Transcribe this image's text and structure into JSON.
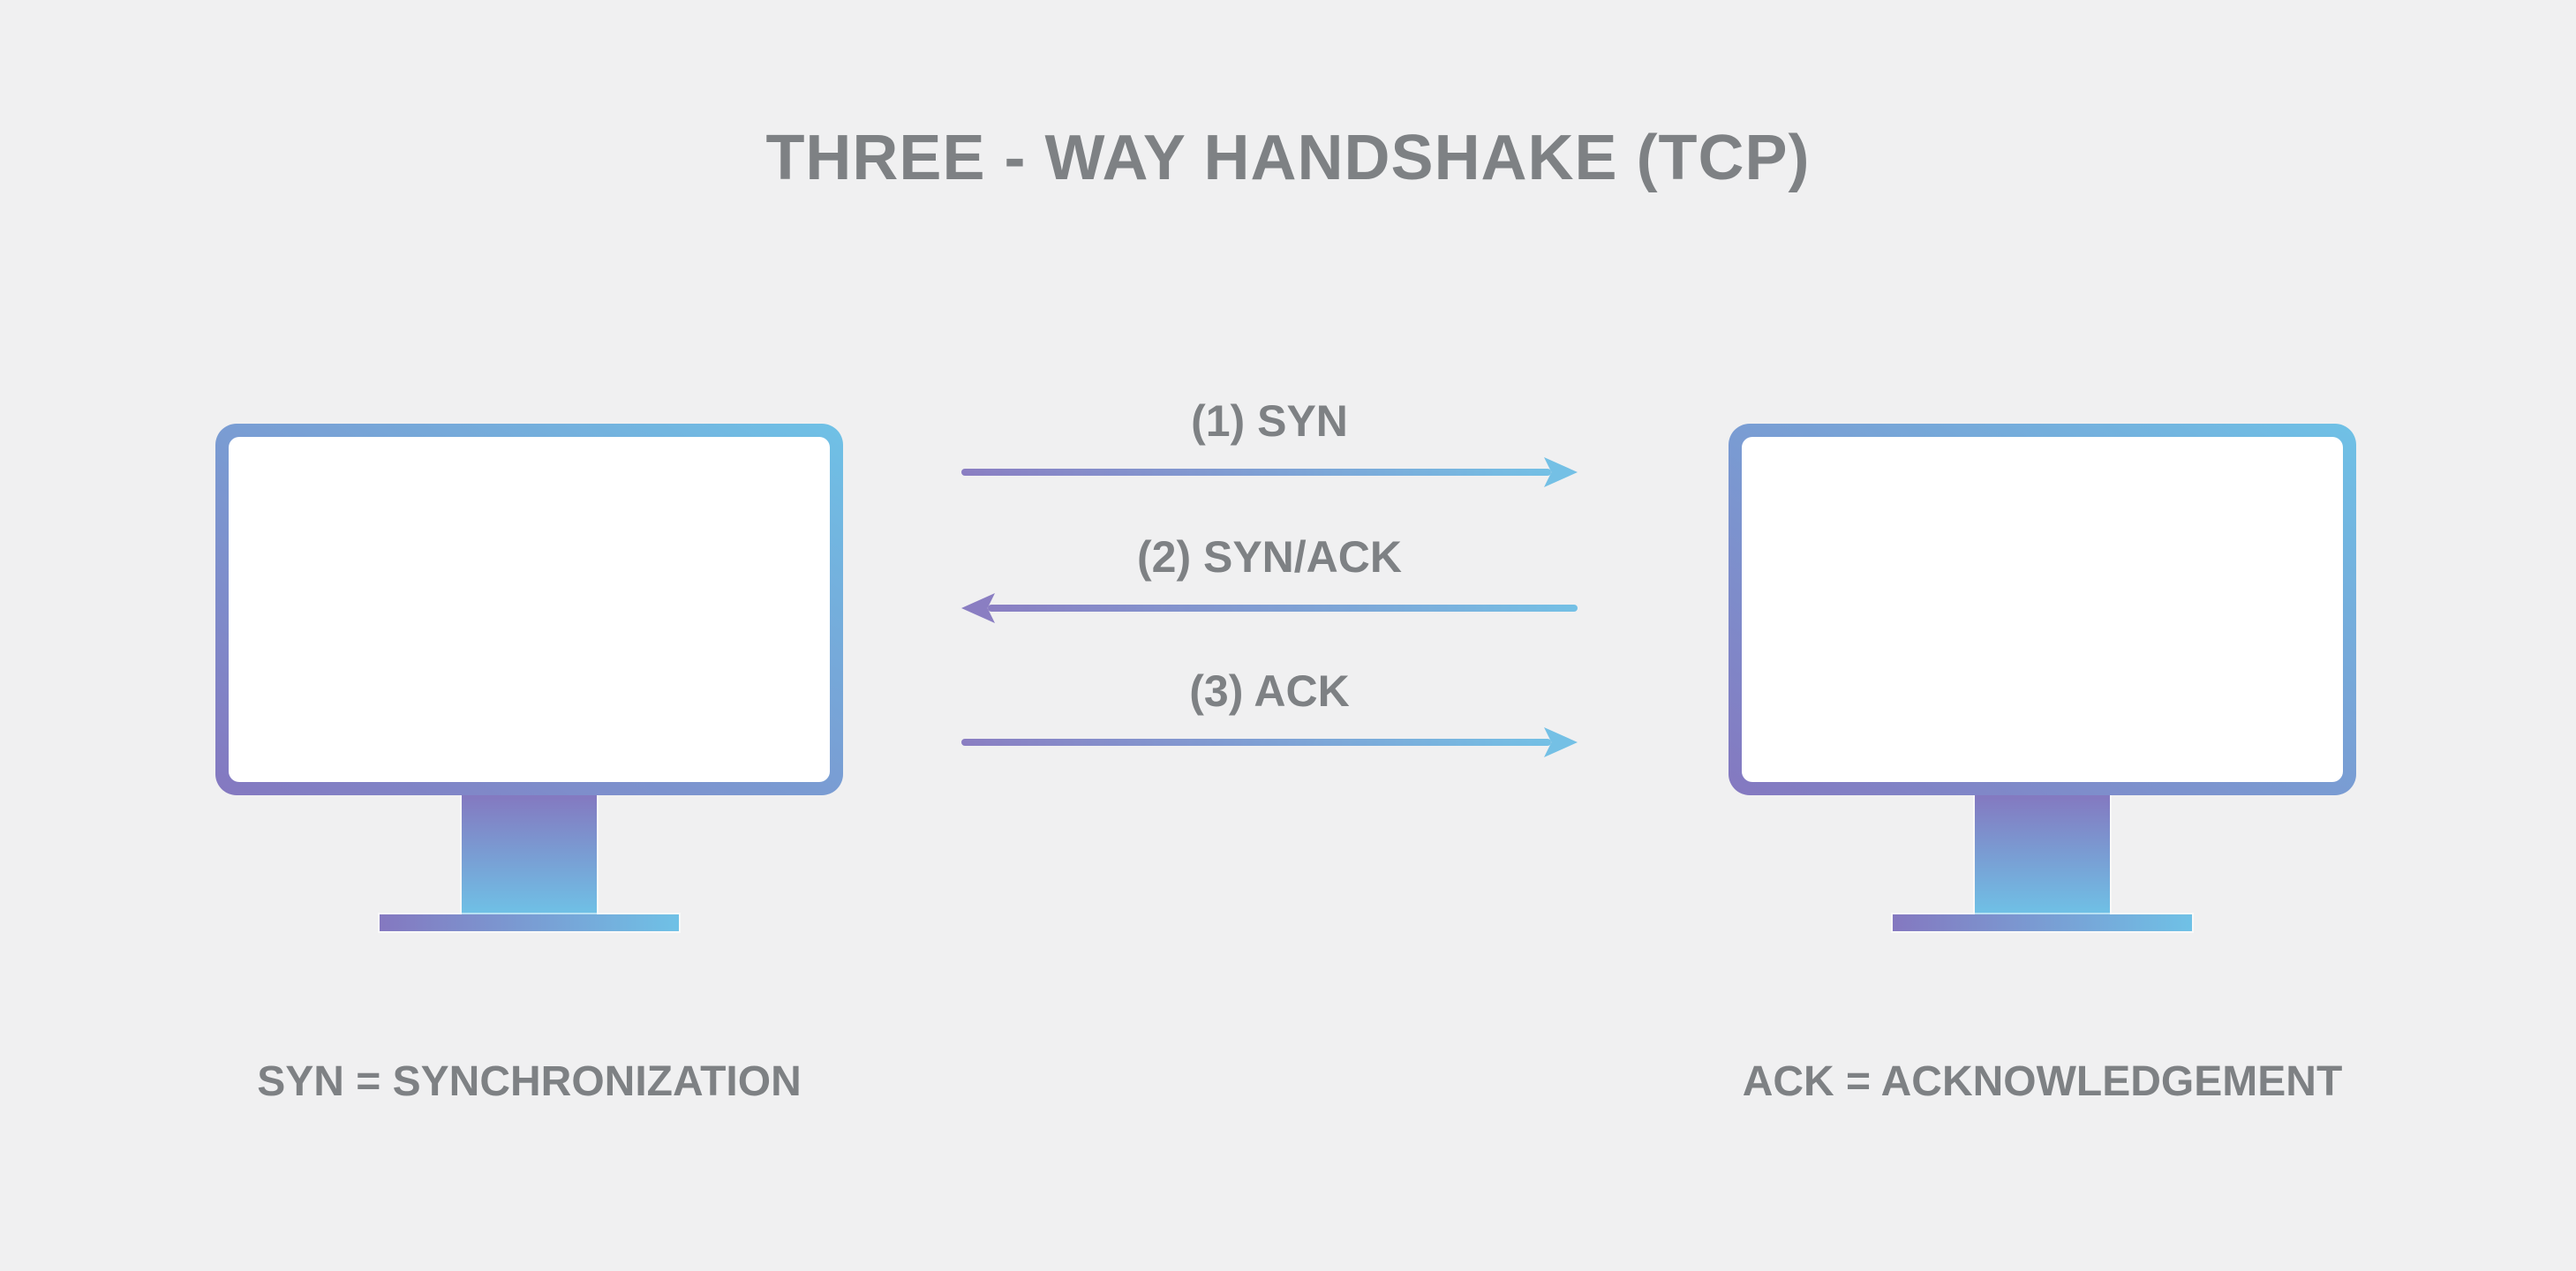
{
  "title": "THREE - WAY HANDSHAKE (TCP)",
  "handshake": {
    "arrows": [
      {
        "step": 1,
        "label": "(1) SYN",
        "direction": "right"
      },
      {
        "step": 2,
        "label": "(2) SYN/ACK",
        "direction": "left"
      },
      {
        "step": 3,
        "label": "(3) ACK",
        "direction": "right"
      }
    ]
  },
  "legend": {
    "syn": "SYN = SYNCHRONIZATION",
    "ack": "ACK = ACKNOWLEDGEMENT"
  },
  "colors": {
    "background": "#f0f0f1",
    "text": "#7e8184",
    "gradient_purple": "#8478c0",
    "gradient_blue": "#6fc1e6",
    "arrow_purple": "#8a7ec2",
    "arrow_blue": "#74c0e5"
  }
}
